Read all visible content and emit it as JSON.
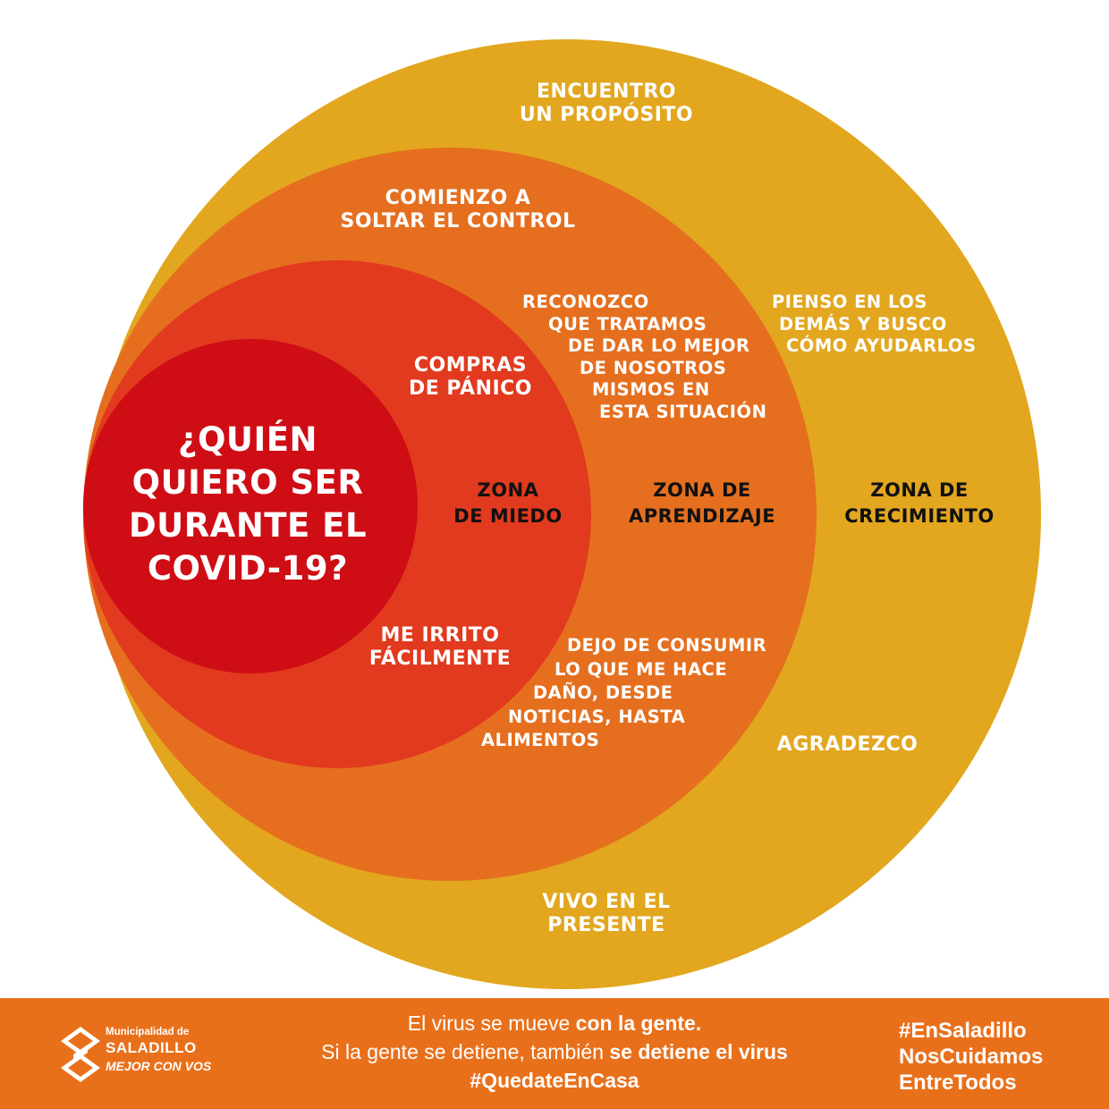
{
  "colors": {
    "growth_zone": "#e2a71f",
    "learning_zone": "#e56f1f",
    "fear_zone": "#e23a1e",
    "center": "#cf0d15",
    "footer": "#e9701b",
    "zone_label": "#111111",
    "text": "#ffffff"
  },
  "diagram": {
    "center_question": [
      "¿QUIÉN",
      "QUIERO SER",
      "DURANTE EL",
      "COVID-19?"
    ],
    "zones": {
      "fear": [
        "ZONA",
        "DE MIEDO"
      ],
      "learning": [
        "ZONA DE",
        "APRENDIZAJE"
      ],
      "growth": [
        "ZONA DE",
        "CRECIMIENTO"
      ]
    },
    "fear_items": {
      "panic_buying": [
        "COMPRAS",
        "DE PÁNICO"
      ],
      "irritable": [
        "ME IRRITO",
        "FÁCILMENTE"
      ]
    },
    "learning_items": {
      "let_go": [
        "COMIENZO A",
        "SOLTAR EL CONTROL"
      ],
      "recognize": [
        "RECONOZCO",
        "QUE TRATAMOS",
        "DE DAR LO MEJOR",
        "DE NOSOTROS",
        "MISMOS EN",
        "ESTA SITUACIÓN"
      ],
      "stop_consuming": [
        "DEJO DE CONSUMIR",
        "LO QUE ME HACE",
        "DAÑO, DESDE",
        "NOTICIAS, HASTA",
        "ALIMENTOS"
      ]
    },
    "growth_items": {
      "purpose": [
        "ENCUENTRO",
        "UN PROPÓSITO"
      ],
      "others": [
        "PIENSO EN LOS",
        "DEMÁS Y BUSCO",
        "CÓMO AYUDARLOS"
      ],
      "grateful": [
        "AGRADEZCO"
      ],
      "present": [
        "VIVO EN EL",
        "PRESENTE"
      ]
    }
  },
  "footer": {
    "logo": {
      "top": "Municipalidad de",
      "name": "SALADILLO",
      "tagline": "MEJOR CON VOS",
      "icon": "saladillo-logo-icon"
    },
    "message": {
      "line1_normal": "El virus se mueve ",
      "line1_bold": "con la gente.",
      "line2_normal": "Si la gente se detiene, también ",
      "line2_bold": "se detiene el virus",
      "line3_bold": "#QuedateEnCasa"
    },
    "hashtags": [
      "#EnSaladillo",
      "NosCuidamos",
      "EntreTodos"
    ]
  }
}
